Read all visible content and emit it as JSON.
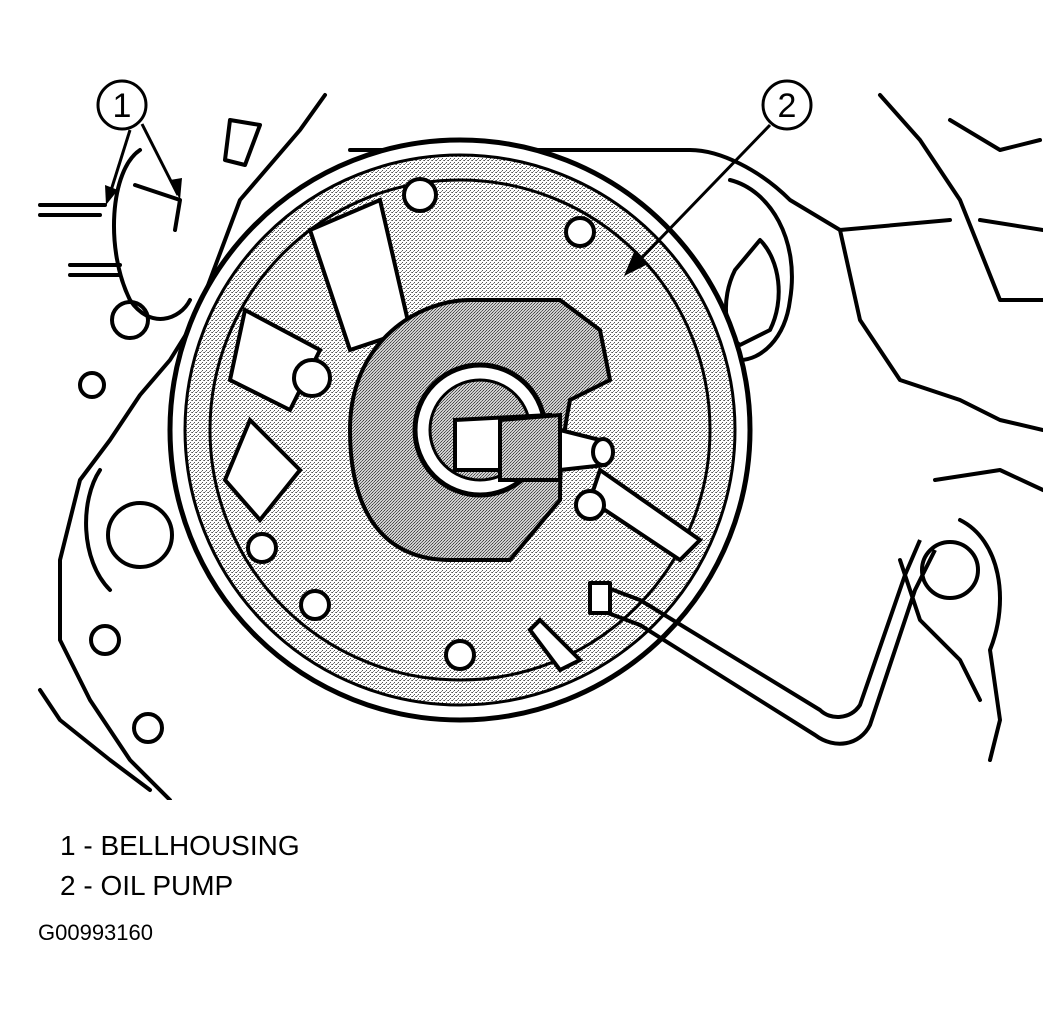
{
  "callouts": [
    {
      "number": "1"
    },
    {
      "number": "2"
    }
  ],
  "legend": [
    {
      "text": "1 - BELLHOUSING"
    },
    {
      "text": "2 - OIL PUMP"
    }
  ],
  "figure_id": "G00993160"
}
